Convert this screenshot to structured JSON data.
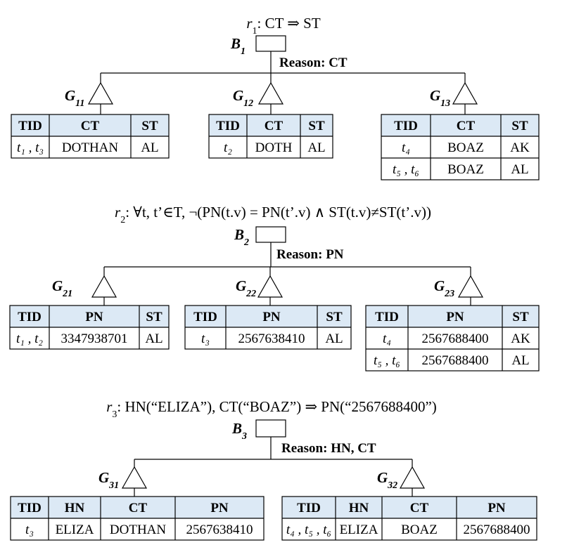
{
  "rules": [
    {
      "id": "r1",
      "prefix": "r",
      "sub": "1",
      "body": ":  CT ⇒ ST"
    },
    {
      "id": "r2",
      "prefix": "r",
      "sub": "2",
      "body": ":  ∀t, t’∈T, ¬(PN(t.v) = PN(t’.v) ∧ ST(t.v)≠ST(t’.v))"
    },
    {
      "id": "r3",
      "prefix": "r",
      "sub": "3",
      "body": ":  HN(“ELIZA”), CT(“BOAZ”) ⇒ PN(“2567688400”)"
    }
  ],
  "blocks": [
    {
      "id": "B1",
      "label": "B",
      "sub": "1",
      "reason": "Reason: CT",
      "groups": [
        {
          "id": "G11",
          "label": "G",
          "sub": "11",
          "headers": [
            "TID",
            "CT",
            "ST"
          ],
          "rows": [
            [
              "t₁ , t₃",
              "DOTHAN",
              "AL"
            ]
          ]
        },
        {
          "id": "G12",
          "label": "G",
          "sub": "12",
          "headers": [
            "TID",
            "CT",
            "ST"
          ],
          "rows": [
            [
              "t₂",
              "DOTH",
              "AL"
            ]
          ]
        },
        {
          "id": "G13",
          "label": "G",
          "sub": "13",
          "headers": [
            "TID",
            "CT",
            "ST"
          ],
          "rows": [
            [
              "t₄",
              "BOAZ",
              "AK"
            ],
            [
              "t₅ , t₆",
              "BOAZ",
              "AL"
            ]
          ]
        }
      ]
    },
    {
      "id": "B2",
      "label": "B",
      "sub": "2",
      "reason": "Reason: PN",
      "groups": [
        {
          "id": "G21",
          "label": "G",
          "sub": "21",
          "headers": [
            "TID",
            "PN",
            "ST"
          ],
          "rows": [
            [
              "t₁ , t₂",
              "3347938701",
              "AL"
            ]
          ]
        },
        {
          "id": "G22",
          "label": "G",
          "sub": "22",
          "headers": [
            "TID",
            "PN",
            "ST"
          ],
          "rows": [
            [
              "t₃",
              "2567638410",
              "AL"
            ]
          ]
        },
        {
          "id": "G23",
          "label": "G",
          "sub": "23",
          "headers": [
            "TID",
            "PN",
            "ST"
          ],
          "rows": [
            [
              "t₄",
              "2567688400",
              "AK"
            ],
            [
              "t₅ , t₆",
              "2567688400",
              "AL"
            ]
          ]
        }
      ]
    },
    {
      "id": "B3",
      "label": "B",
      "sub": "3",
      "reason": "Reason: HN, CT",
      "groups": [
        {
          "id": "G31",
          "label": "G",
          "sub": "31",
          "headers": [
            "TID",
            "HN",
            "CT",
            "PN"
          ],
          "rows": [
            [
              "t₃",
              "ELIZA",
              "DOTHAN",
              "2567638410"
            ]
          ]
        },
        {
          "id": "G32",
          "label": "G",
          "sub": "32",
          "headers": [
            "TID",
            "HN",
            "CT",
            "PN"
          ],
          "rows": [
            [
              "t₄ , t₅ , t₆",
              "ELIZA",
              "BOAZ",
              "2567688400"
            ]
          ]
        }
      ]
    }
  ],
  "colors": {
    "header_fill": "#dce9f5",
    "line": "#000000",
    "background": "#ffffff"
  }
}
